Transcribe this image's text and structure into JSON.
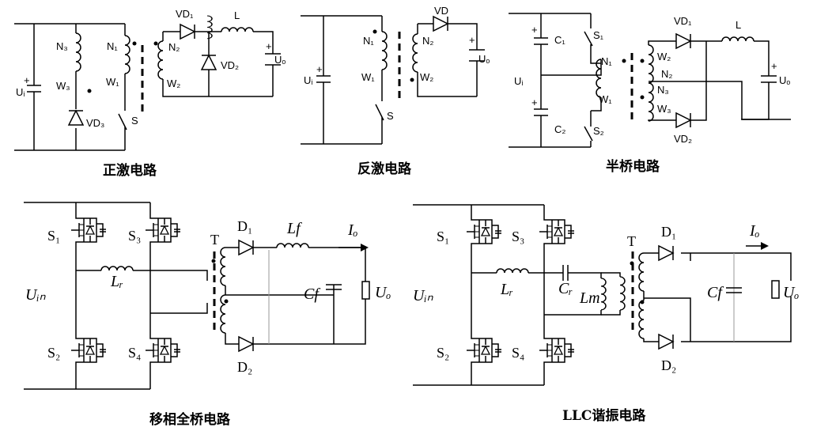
{
  "captions": {
    "forward": "正激电路",
    "flyback": "反激电路",
    "halfbridge": "半桥电路",
    "fullbridge": "移相全桥电路",
    "llc": "LLC谐振电路"
  },
  "forward": {
    "input": "Uᵢ",
    "plus": "+",
    "n3": "N₃",
    "w3": "W₃",
    "vd3": "VD₃",
    "n1": "N₁",
    "w1": "W₁",
    "n2": "N₂",
    "w2": "W₂",
    "s": "S",
    "vd1": "VD₁",
    "vd2": "VD₂",
    "l": "L",
    "uo": "Uₒ",
    "uo_plus": "+"
  },
  "flyback": {
    "input": "Uᵢ",
    "plus": "+",
    "n1": "N₁",
    "w1": "W₁",
    "n2": "N₂",
    "w2": "W₂",
    "s": "S",
    "vd": "VD",
    "uo": "Uₒ",
    "uo_plus": "+"
  },
  "halfbridge": {
    "input": "Uᵢ",
    "c1": "C₁",
    "c2": "C₂",
    "c1_plus": "+",
    "c2_plus": "+",
    "s1": "S₁",
    "s2": "S₂",
    "n1": "N₁",
    "w1": "W₁",
    "w2": "W₂",
    "n2": "N₂",
    "n3": "N₃",
    "w3": "W₃",
    "vd1": "VD₁",
    "vd2": "VD₂",
    "l": "L",
    "uo": "Uₒ",
    "uo_plus": "+"
  },
  "fullbridge": {
    "input": "Uᵢₙ",
    "s1": "S₁",
    "s2": "S₂",
    "s3": "S₃",
    "s4": "S₄",
    "lr": "Lᵣ",
    "t": "T",
    "d1": "D₁",
    "d2": "D₂",
    "lf": "Lf",
    "cf": "Cf",
    "io": "Iₒ",
    "uo": "Uₒ"
  },
  "llc": {
    "input": "Uᵢₙ",
    "s1": "S₁",
    "s2": "S₂",
    "s3": "S₃",
    "s4": "S₄",
    "lr": "Lᵣ",
    "cr": "Cᵣ",
    "lm": "Lm",
    "t": "T",
    "d1": "D₁",
    "d2": "D₂",
    "cf": "Cf",
    "io": "Iₒ",
    "uo": "Uₒ"
  }
}
